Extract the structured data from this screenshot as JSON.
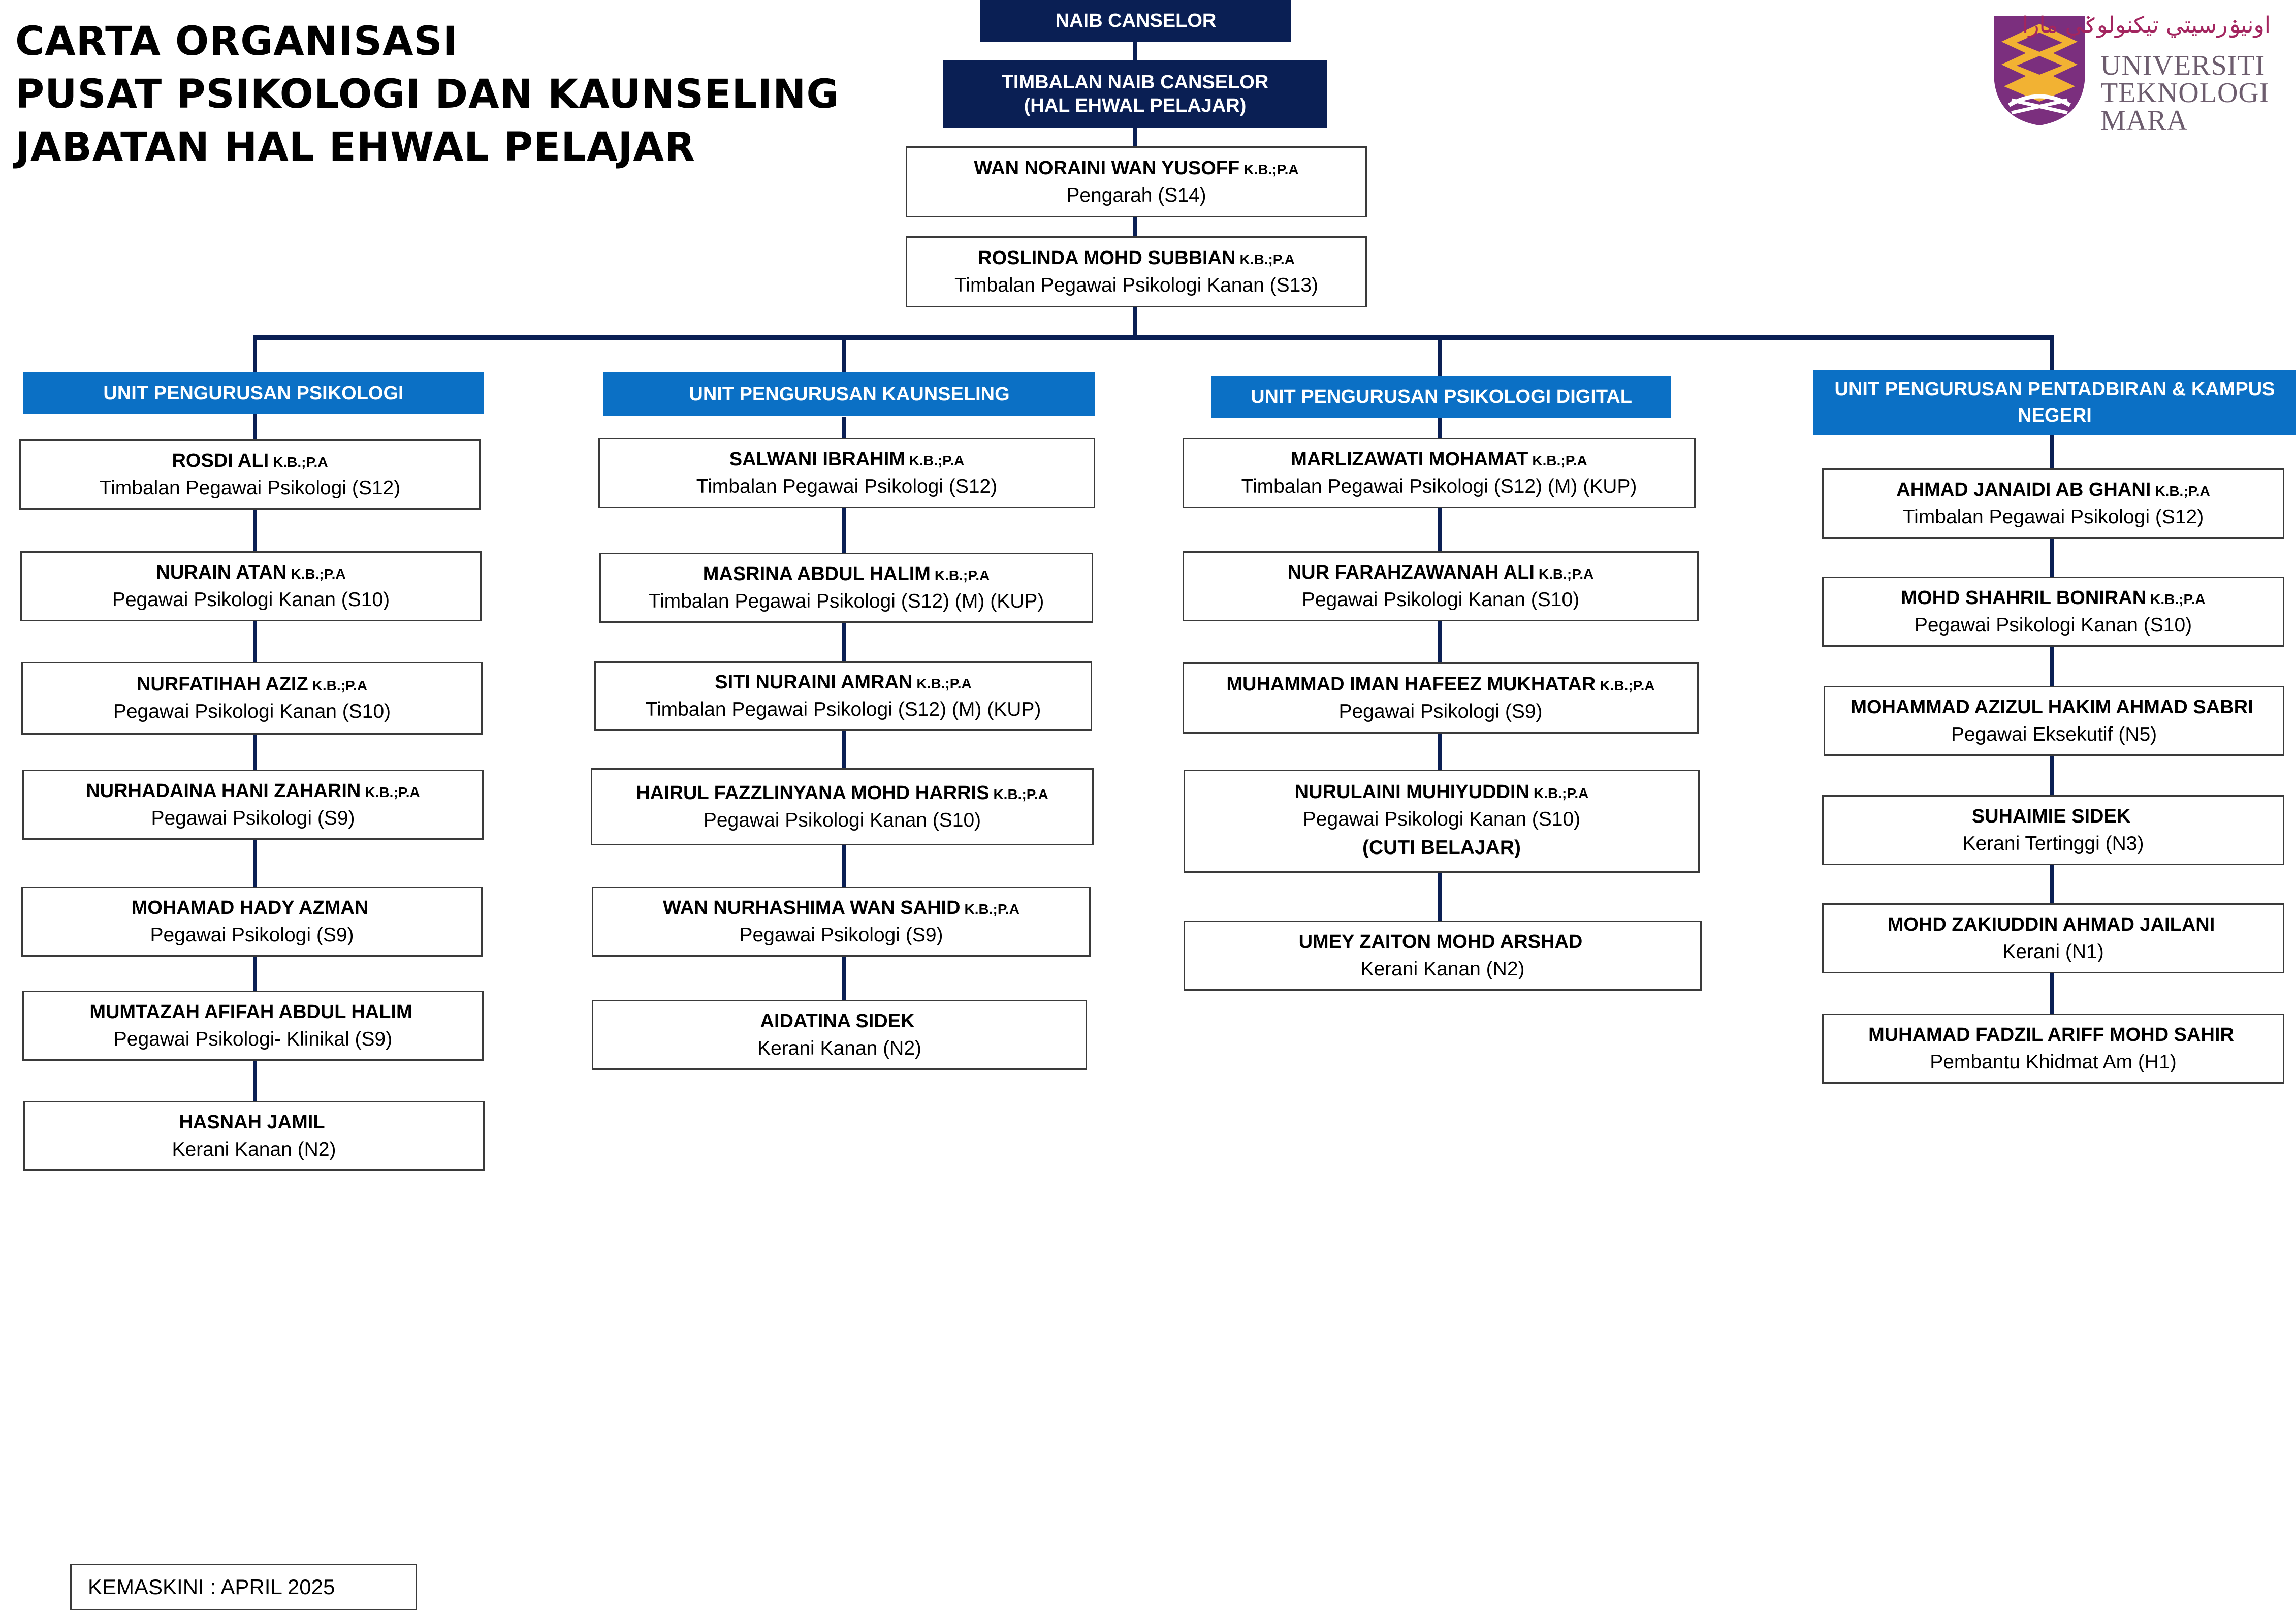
{
  "title": {
    "line1": "CARTA ORGANISASI",
    "line2": "PUSAT PSIKOLOGI DAN KAUNSELING",
    "line3": "JABATAN HAL EHWAL PELAJAR"
  },
  "logo": {
    "jawi": "اونيۏرسيتي تيكنولوݢي مارا",
    "line1": "UNIVERSITI",
    "line2": "TEKNOLOGI",
    "line3": "MARA",
    "colors": {
      "purple": "#7b2f7e",
      "gold": "#f2b233"
    }
  },
  "top": {
    "naib_canselor": "NAIB CANSELOR",
    "timbalan_line1": "TIMBALAN NAIB CANSELOR",
    "timbalan_line2": "(HAL EHWAL PELAJAR)",
    "pengarah": {
      "name": "WAN NORAINI WAN YUSOFF",
      "tag": "K.B.;P.A",
      "post": "Pengarah (S14)"
    },
    "timbalan_pengarah": {
      "name": "ROSLINDA MOHD SUBBIAN",
      "tag": "K.B.;P.A",
      "post": "Timbalan Pegawai Psikologi Kanan (S13)"
    }
  },
  "units": [
    {
      "title": "UNIT PENGURUSAN PSIKOLOGI",
      "staff": [
        {
          "name": "ROSDI ALI",
          "tag": "K.B.;P.A",
          "post": "Timbalan Pegawai Psikologi (S12)"
        },
        {
          "name": "NURAIN ATAN",
          "tag": "K.B.;P.A",
          "post": "Pegawai Psikologi Kanan (S10)"
        },
        {
          "name": "NURFATIHAH AZIZ",
          "tag": "K.B.;P.A",
          "post": "Pegawai Psikologi Kanan (S10)"
        },
        {
          "name": "NURHADAINA HANI ZAHARIN",
          "tag": "K.B.;P.A",
          "post": "Pegawai Psikologi (S9)"
        },
        {
          "name": "MOHAMAD HADY AZMAN",
          "tag": "",
          "post": "Pegawai Psikologi (S9)"
        },
        {
          "name": "MUMTAZAH AFIFAH ABDUL HALIM",
          "tag": "",
          "post": "Pegawai Psikologi- Klinikal (S9)"
        },
        {
          "name": "HASNAH JAMIL",
          "tag": "",
          "post": "Kerani Kanan (N2)"
        }
      ]
    },
    {
      "title": "UNIT PENGURUSAN KAUNSELING",
      "staff": [
        {
          "name": "SALWANI IBRAHIM",
          "tag": "K.B.;P.A",
          "post": "Timbalan Pegawai Psikologi (S12)"
        },
        {
          "name": "MASRINA ABDUL HALIM",
          "tag": "K.B.;P.A",
          "post": "Timbalan Pegawai Psikologi (S12) (M) (KUP)"
        },
        {
          "name": "SITI NURAINI AMRAN",
          "tag": "K.B.;P.A",
          "post": "Timbalan Pegawai Psikologi (S12) (M) (KUP)"
        },
        {
          "name": "HAIRUL FAZZLINYANA MOHD HARRIS",
          "tag": "K.B.;P.A",
          "post": "Pegawai Psikologi Kanan (S10)"
        },
        {
          "name": "WAN NURHASHIMA WAN SAHID",
          "tag": "K.B.;P.A",
          "post": "Pegawai Psikologi (S9)"
        },
        {
          "name": "AIDATINA SIDEK",
          "tag": "",
          "post": "Kerani Kanan (N2)"
        }
      ]
    },
    {
      "title": "UNIT PENGURUSAN PSIKOLOGI DIGITAL",
      "staff": [
        {
          "name": "MARLIZAWATI MOHAMAT",
          "tag": "K.B.;P.A",
          "post": "Timbalan Pegawai Psikologi (S12) (M) (KUP)"
        },
        {
          "name": "NUR FARAHZAWANAH ALI",
          "tag": "K.B.;P.A",
          "post": "Pegawai Psikologi Kanan (S10)"
        },
        {
          "name": "MUHAMMAD IMAN HAFEEZ MUKHATAR",
          "tag": "K.B.;P.A",
          "post": "Pegawai Psikologi (S9)"
        },
        {
          "name": "NURULAINI MUHIYUDDIN",
          "tag": "K.B.;P.A",
          "post": "Pegawai Psikologi Kanan (S10)",
          "note": "(CUTI BELAJAR)"
        },
        {
          "name": "UMEY ZAITON MOHD ARSHAD",
          "tag": "",
          "post": "Kerani Kanan (N2)"
        }
      ]
    },
    {
      "title_line1": "UNIT PENGURUSAN PENTADBIRAN & KAMPUS",
      "title_line2": "NEGERI",
      "staff": [
        {
          "name": "AHMAD JANAIDI AB GHANI",
          "tag": "K.B.;P.A",
          "post": "Timbalan Pegawai Psikologi (S12)"
        },
        {
          "name": "MOHD SHAHRIL BONIRAN",
          "tag": "K.B.;P.A",
          "post": "Pegawai Psikologi Kanan (S10)"
        },
        {
          "name": "MOHAMMAD AZIZUL HAKIM AHMAD SABRI",
          "tag": "",
          "post": "Pegawai Eksekutif (N5)"
        },
        {
          "name": "SUHAIMIE SIDEK",
          "tag": "",
          "post": "Kerani Tertinggi (N3)"
        },
        {
          "name": "MOHD ZAKIUDDIN AHMAD JAILANI",
          "tag": "",
          "post": "Kerani (N1)"
        },
        {
          "name": "MUHAMAD FADZIL ARIFF MOHD SAHIR",
          "tag": "",
          "post": "Pembantu Khidmat Am (H1)"
        }
      ]
    }
  ],
  "footer": {
    "updated": "KEMASKINI : APRIL 2025"
  },
  "colors": {
    "navy": "#0a1f54",
    "unit_blue": "#0b70c5",
    "border": "#3a3a3a"
  }
}
